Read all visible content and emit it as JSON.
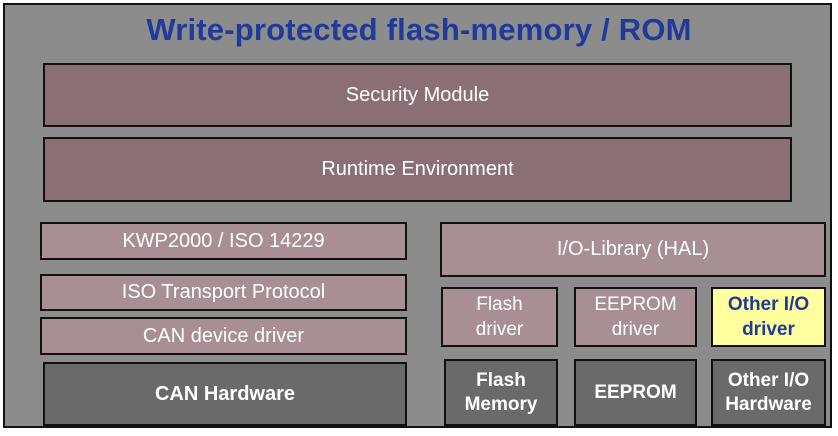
{
  "title": "Write-protected flash-memory / ROM",
  "layers": {
    "security_module": "Security Module",
    "runtime_environment": "Runtime Environment"
  },
  "left_stack": {
    "kwp": "KWP2000 / ISO 14229",
    "iso_tp": "ISO Transport Protocol",
    "can_driver": "CAN device driver",
    "can_hw": "CAN Hardware"
  },
  "right_stack": {
    "io_library": "I/O-Library (HAL)",
    "flash_driver": [
      "Flash",
      "driver"
    ],
    "eeprom_driver": [
      "EEPROM",
      "driver"
    ],
    "other_io_driver": [
      "Other I/O",
      "driver"
    ],
    "flash_memory": [
      "Flash",
      "Memory"
    ],
    "eeprom": "EEPROM",
    "other_io_hw": [
      "Other I/O",
      "Hardware"
    ]
  },
  "colors": {
    "background": "#8c8c8c",
    "title": "#1f3a9a",
    "upper_layer": "#8a7074",
    "software_module": "#a88f93",
    "hardware": "#6a6a6a",
    "highlight": "#ffff9e"
  }
}
